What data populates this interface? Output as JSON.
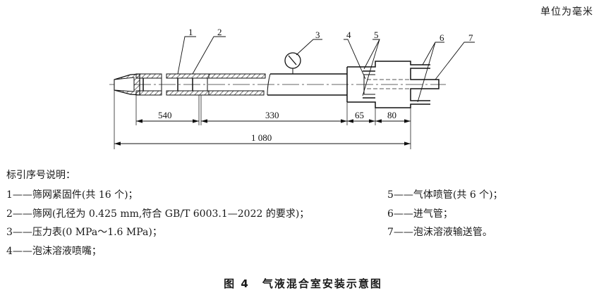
{
  "unit_note": "单位为毫米",
  "callouts": [
    "1",
    "2",
    "3",
    "4",
    "5",
    "6",
    "7"
  ],
  "dimensions": {
    "d1": "540",
    "d2": "330",
    "d3": "65",
    "d4": "80",
    "total": "1 080"
  },
  "legend": {
    "title": "标引序号说明：",
    "items": [
      {
        "num": "1",
        "text": "1——筛网紧固件(共 16 个)；"
      },
      {
        "num": "2",
        "text": "2——筛网(孔径为 0.425 mm,符合 GB/T 6003.1—2022 的要求)；"
      },
      {
        "num": "3",
        "text": "3——压力表(0 MPa～1.6 MPa)；"
      },
      {
        "num": "4",
        "text": "4——泡沫溶液喷嘴；"
      },
      {
        "num": "5",
        "text": "5——气体喷管(共 6 个)；"
      },
      {
        "num": "6",
        "text": "6——进气管；"
      },
      {
        "num": "7",
        "text": "7——泡沫溶液输送管。"
      }
    ]
  },
  "caption": {
    "number": "图 4",
    "title": "气液混合室安装示意图"
  }
}
